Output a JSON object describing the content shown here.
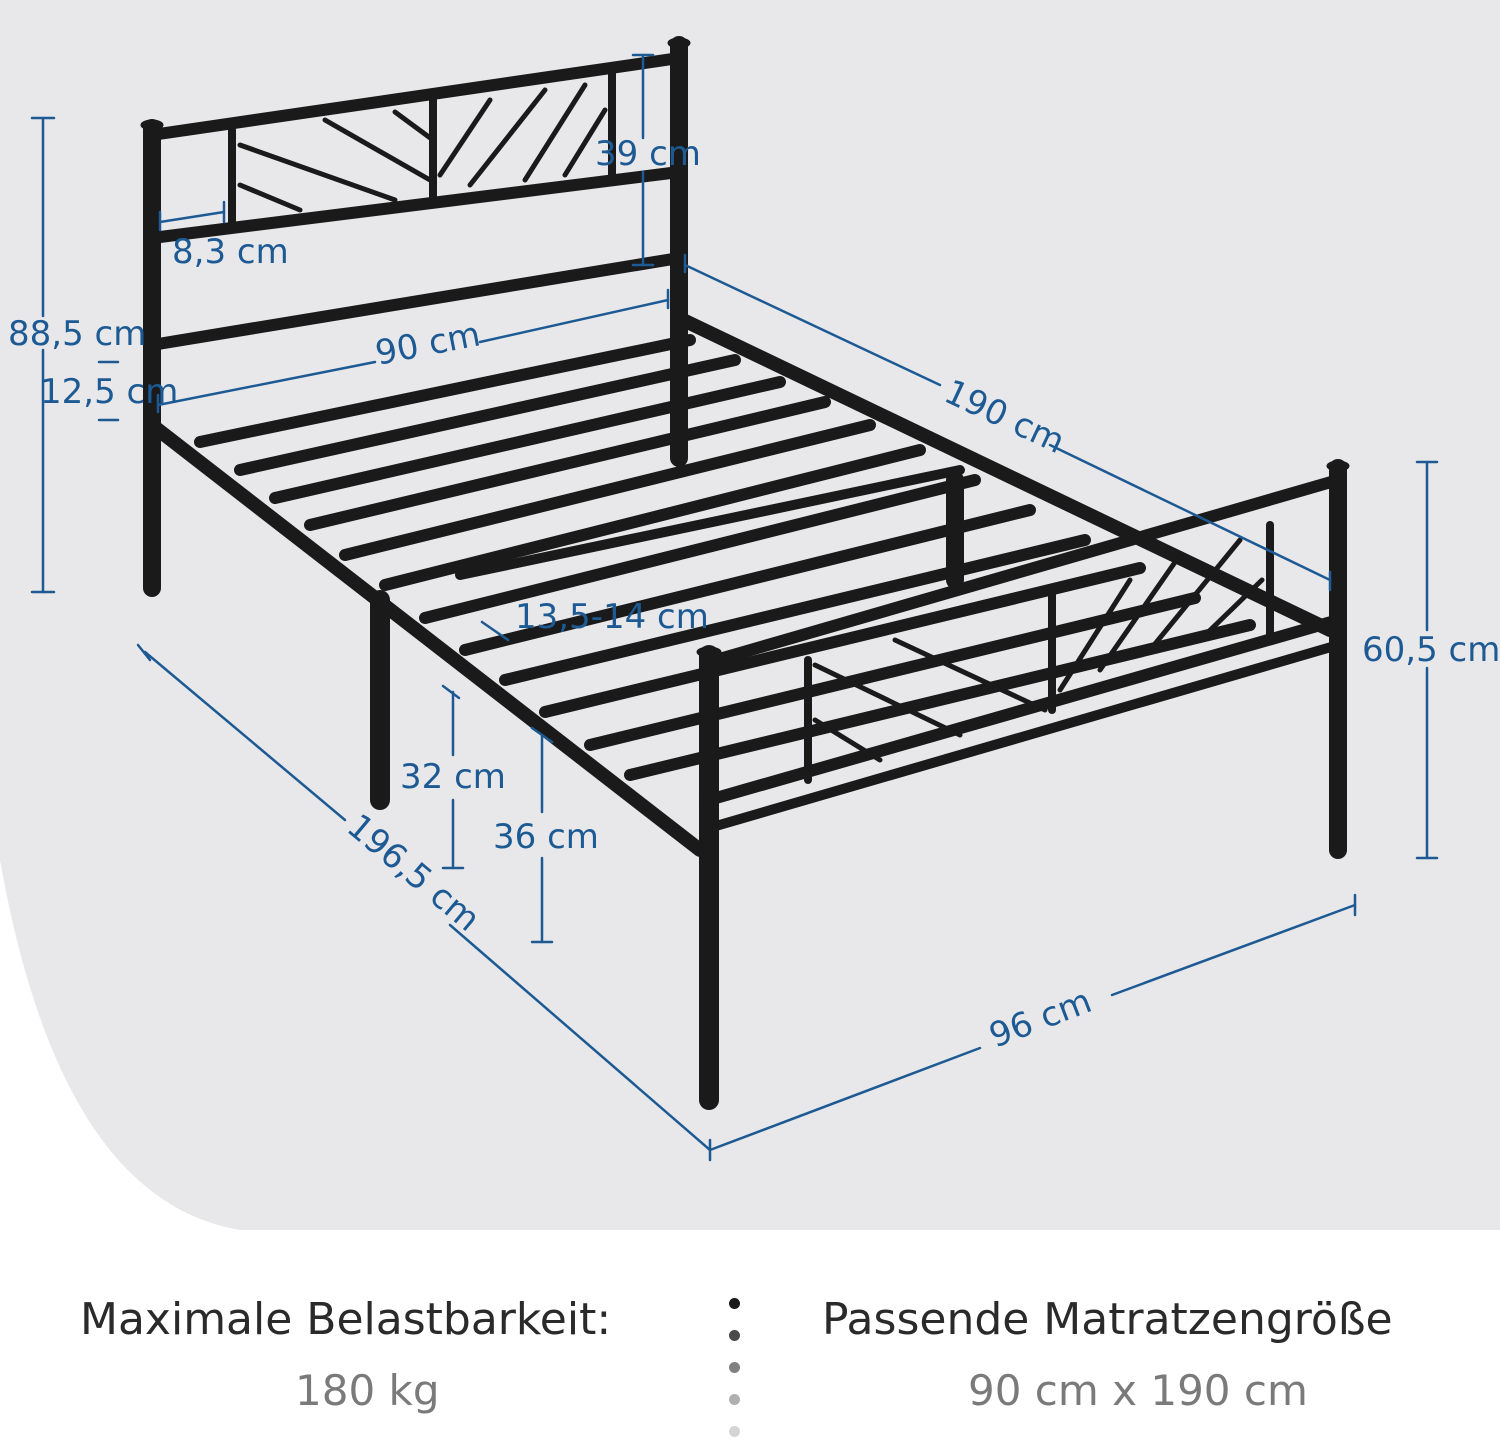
{
  "dimensions": {
    "headboard_bar_height": "39 cm",
    "headboard_panel_offset": "8,3 cm",
    "total_height": "88,5 cm",
    "headboard_gap": "12,5 cm",
    "inner_width": "90 cm",
    "inner_length": "190 cm",
    "slat_spacing": "13,5-14 cm",
    "footboard_height": "60,5 cm",
    "underbed_clearance": "32 cm",
    "frame_height": "36 cm",
    "total_length": "196,5 cm",
    "total_width": "96 cm"
  },
  "footer": {
    "load_label": "Maximale Belastbarkeit:",
    "load_value": "180 kg",
    "mattress_label": "Passende Matratzengröße",
    "mattress_value": "90 cm x 190 cm"
  },
  "colors": {
    "dimension": "#1d5a94",
    "frame": "#1a1a1a",
    "background_floor": "#e8e8ea"
  }
}
